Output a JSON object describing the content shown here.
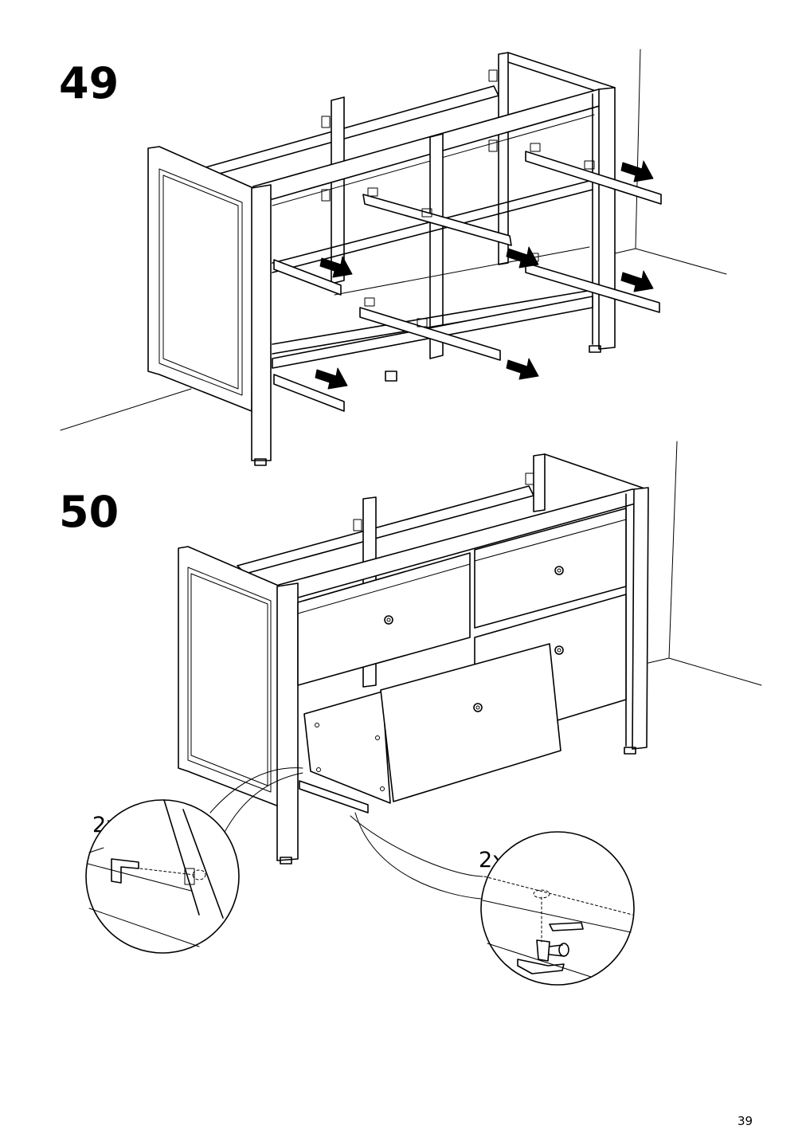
{
  "steps": {
    "first": {
      "number": "49"
    },
    "second": {
      "number": "50"
    }
  },
  "details": {
    "left_quantity": "2x",
    "right_quantity": "2x"
  },
  "page": {
    "number": "39"
  },
  "icons": [
    "arrow-right-icon",
    "bracket-icon"
  ]
}
